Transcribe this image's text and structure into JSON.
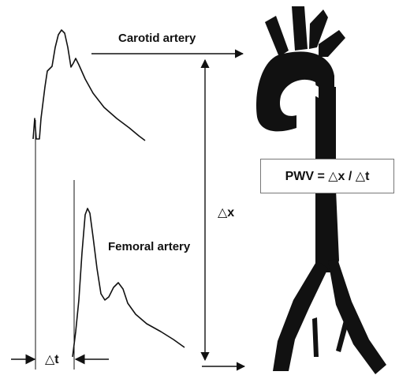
{
  "labels": {
    "carotid": "Carotid artery",
    "femoral": "Femoral artery",
    "delta_x": "△x",
    "delta_t": "△t",
    "formula": "PWV = △x / △t"
  },
  "colors": {
    "ink": "#111111",
    "box_border": "#777777"
  },
  "icons": {
    "aorta": "aorta-silhouette-icon"
  }
}
